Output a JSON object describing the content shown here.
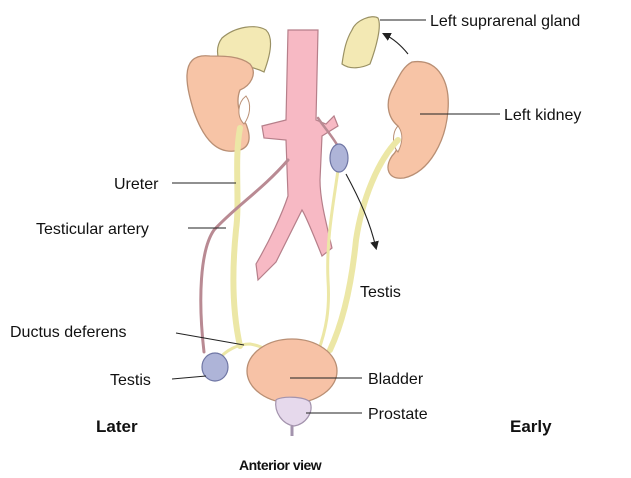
{
  "labels": {
    "left_suprarenal_gland": "Left suprarenal gland",
    "left_kidney": "Left kidney",
    "ureter": "Ureter",
    "testicular_artery": "Testicular artery",
    "testis_early": "Testis",
    "ductus_deferens": "Ductus deferens",
    "testis_later": "Testis",
    "bladder": "Bladder",
    "prostate": "Prostate",
    "later": "Later",
    "early": "Early"
  },
  "caption": "Anterior view",
  "colors": {
    "kidney": "#f7c4a6",
    "kidney_hilum": "#ffffff",
    "suprarenal": "#f3e9b4",
    "aorta": "#f7b9c4",
    "ureter": "#ece7a6",
    "artery": "#b98a93",
    "testis": "#aeb4d8",
    "bladder": "#f7c2a6",
    "prostate": "#e6d9ec"
  }
}
